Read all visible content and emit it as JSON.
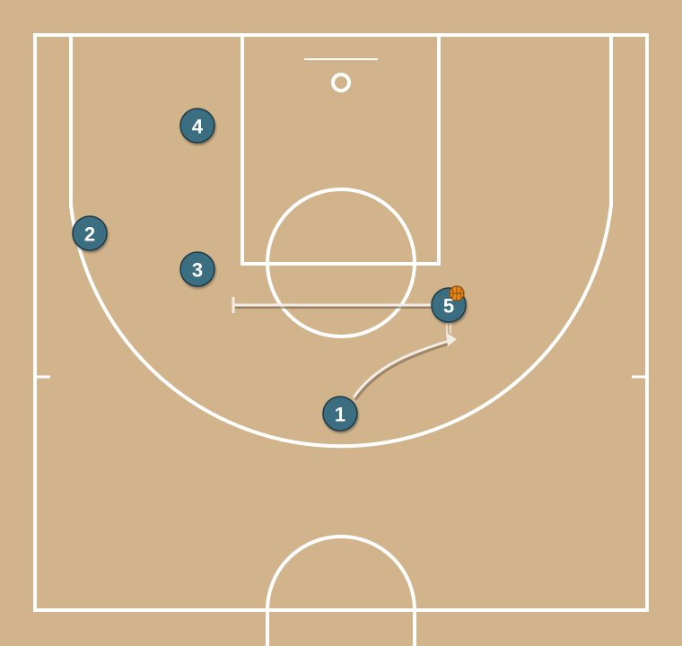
{
  "colors": {
    "court": "#d2b48c",
    "lines": "#ffffff",
    "player": "#3a6e80",
    "player_text": "#ffffff",
    "ball": "#e8891c",
    "screen": "#f2ede4",
    "movement": "#f2ede4"
  },
  "players": [
    {
      "id": "p1",
      "label": "1"
    },
    {
      "id": "p2",
      "label": "2"
    },
    {
      "id": "p3",
      "label": "3"
    },
    {
      "id": "p4",
      "label": "4"
    },
    {
      "id": "p5",
      "label": "5"
    }
  ],
  "ball_icon": "basketball-icon",
  "ball_holder": "5"
}
